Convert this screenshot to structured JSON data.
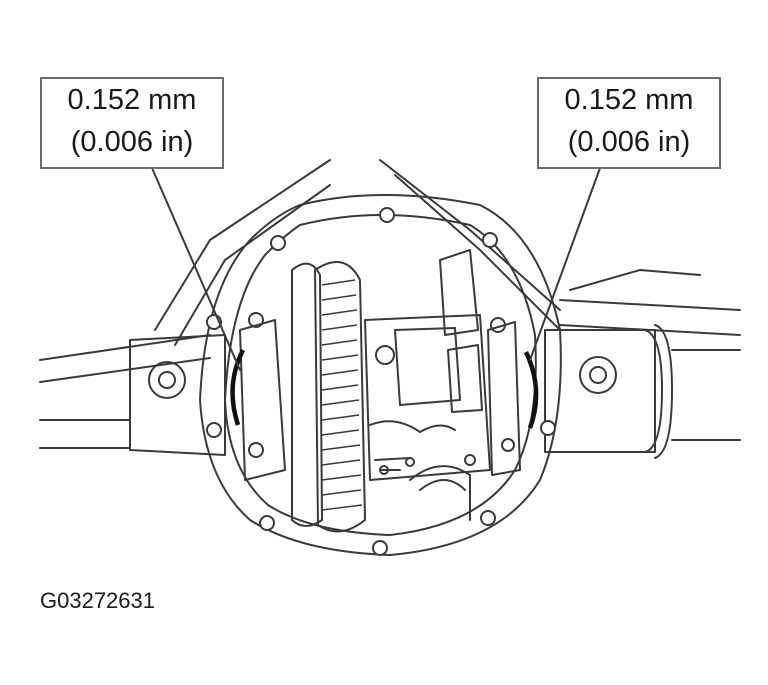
{
  "callouts": {
    "left": {
      "line1": "0.152 mm",
      "line2": "(0.006 in)"
    },
    "right": {
      "line1": "0.152 mm",
      "line2": "(0.006 in)"
    }
  },
  "figure_id": "G03272631",
  "colors": {
    "line": "#3a3a3a",
    "box_border": "#6b6b6b",
    "background": "#ffffff"
  }
}
